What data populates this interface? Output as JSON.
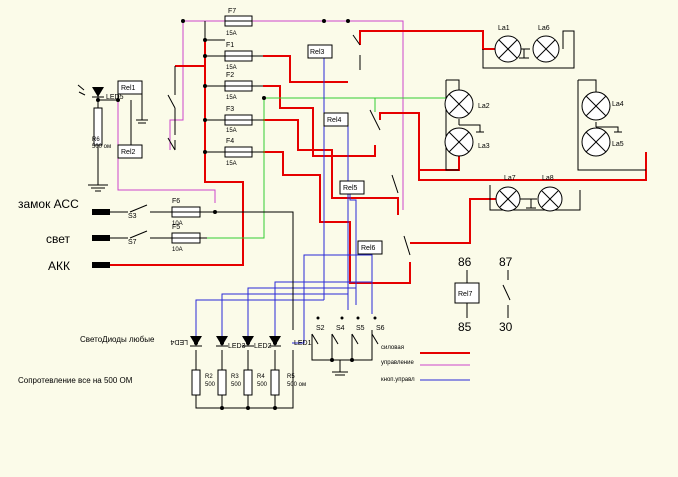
{
  "colors": {
    "background": "#fbfbe9",
    "power": "#e60000",
    "control": "#cc44cc",
    "button_control": "#2a2ad6",
    "green_line": "#33cc33",
    "black": "#000000"
  },
  "inputs": {
    "ignition_lock": "замок АСС",
    "light": "свет",
    "battery": "АКК"
  },
  "fuses": {
    "f7": {
      "name": "F7",
      "rating": "15A"
    },
    "f1": {
      "name": "F1",
      "rating": "15A"
    },
    "f2": {
      "name": "F2",
      "rating": "15A"
    },
    "f3": {
      "name": "F3",
      "rating": "15A"
    },
    "f4": {
      "name": "F4",
      "rating": "15A"
    },
    "f6": {
      "name": "F6",
      "rating": "10A"
    },
    "f5": {
      "name": "F5",
      "rating": "10A"
    }
  },
  "relays": {
    "rel1": "Rel1",
    "rel2": "Rel2",
    "rel3": "Rel3",
    "rel4": "Rel4",
    "rel5": "Rel5",
    "rel6": "Rel6",
    "rel7": "Rel7"
  },
  "lamps": {
    "la1": "La1",
    "la6": "La6",
    "la2": "La2",
    "la3": "La3",
    "la4": "La4",
    "la5": "La5",
    "la7": "La7",
    "la8": "La8"
  },
  "switches": {
    "s3": "S3",
    "s7": "S7",
    "s2": "S2",
    "s4": "S4",
    "s5": "S5",
    "s6": "S6"
  },
  "led5": "LED5",
  "r6": {
    "name": "R6",
    "value": "500 ом"
  },
  "resistors": [
    {
      "name": "R2",
      "value": "500"
    },
    {
      "name": "R3",
      "value": "500"
    },
    {
      "name": "R4",
      "value": "500"
    },
    {
      "name": "R5",
      "value": "500 ом"
    }
  ],
  "leds": {
    "led4": "LED4",
    "led3": "LED3",
    "led2": "LED2",
    "led1": "LED1"
  },
  "notes": {
    "leds_any": "СветоДиоды любые",
    "resistance_all": "Сопротевление все на 500 ОМ"
  },
  "relay_pinout": {
    "p86": "86",
    "p87": "87",
    "p85": "85",
    "p30": "30"
  },
  "legend": [
    {
      "label": "силовая",
      "color": "#e60000"
    },
    {
      "label": "управление",
      "color": "#cc44cc"
    },
    {
      "label": "кноп.управл",
      "color": "#2a2ad6"
    }
  ]
}
